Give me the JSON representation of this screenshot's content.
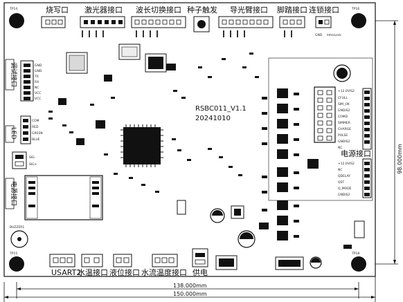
{
  "board": {
    "name": "RSBC011_V1.1",
    "date": "20241010"
  },
  "top_connectors": [
    {
      "label": "烧写口"
    },
    {
      "label": "激光器接口"
    },
    {
      "label": "波长切换接口"
    },
    {
      "label": "种子触发"
    },
    {
      "label": "导光臂接口"
    },
    {
      "label": "脚踏接口"
    },
    {
      "label": "连锁接口"
    }
  ],
  "interlock": {
    "pins": [
      "GND",
      "InterLock"
    ]
  },
  "bottom_connectors": [
    {
      "label": "USART2"
    },
    {
      "label": "水温接口"
    },
    {
      "label": "液位接口"
    },
    {
      "label": "水流温度接口"
    },
    {
      "label": "供电"
    }
  ],
  "left_labels": [
    "调试接口",
    "LED",
    "电源接口"
  ],
  "uart_pins": [
    "GND",
    "GND",
    "TX",
    "RX",
    "NC",
    "VCC",
    "VCC"
  ],
  "led_pins": [
    "COM",
    "RED",
    "GREEN",
    "BLUE"
  ],
  "sig_pins": [
    "SIG-",
    "SIG+"
  ],
  "right_connector_1": {
    "label": "电源接口",
    "pins": [
      "+12.0VIS2",
      "CFULL",
      "SIM_OK",
      "GNDIS2",
      "COMD",
      "SIMMER",
      "CHARGE",
      "PULSE",
      "GNDIS2",
      "NC"
    ]
  },
  "right_connector_2": {
    "label": "电源接口",
    "pins": [
      "+12.0VIS2",
      "NC",
      "QDELAY",
      "QST",
      "Q_MODE",
      "GNDIS2"
    ]
  },
  "dimensions": {
    "inner_width": "138.000mm",
    "outer_width": "150.000mm",
    "height": "98.000mm"
  },
  "buzzer": "BUZZER1",
  "test_points": [
    "TP14",
    "TP16",
    "TP15",
    "TP18"
  ]
}
